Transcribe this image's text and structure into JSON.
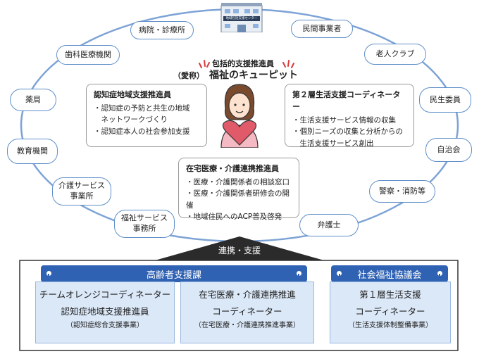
{
  "center": {
    "building_sign": "地域包括支援センター",
    "role_title": "包括的支援推進員",
    "nickname_label": "（愛称）",
    "nickname": "福祉のキューピット"
  },
  "ring_nodes": [
    {
      "id": "hospital",
      "label": "病院・診療所"
    },
    {
      "id": "dental",
      "label": "歯科医療機関"
    },
    {
      "id": "pharmacy",
      "label": "薬局"
    },
    {
      "id": "education",
      "label": "教育機関"
    },
    {
      "id": "care_office",
      "label": "介護サービス\n事業所"
    },
    {
      "id": "welfare_office",
      "label": "福祉サービス\n事務所"
    },
    {
      "id": "private",
      "label": "民間事業者"
    },
    {
      "id": "elderly_club",
      "label": "老人クラブ"
    },
    {
      "id": "welfare_commissioner",
      "label": "民生委員"
    },
    {
      "id": "neighborhood",
      "label": "自治会"
    },
    {
      "id": "police_fire",
      "label": "警察・消防等"
    },
    {
      "id": "lawyer",
      "label": "弁護士"
    }
  ],
  "cards": {
    "dementia": {
      "title": "認知症地域支援推進員",
      "items": [
        "・認知症の予防と共生の地域\n　ネットワークづくり",
        "・認知症本人の社会参加支援"
      ]
    },
    "coordinator2": {
      "title": "第２層生活支援コーディネーター",
      "items": [
        "・生活支援サービス情報の収集",
        "・個別ニーズの収集と分析からの\n　生活支援サービス創出"
      ]
    },
    "homecare": {
      "title": "在宅医療・介護連携推進員",
      "items": [
        "・医療・介護関係者の相談窓口",
        "・医療・介護関係者研修会の開催",
        "・地域住民へのACP普及啓発"
      ]
    }
  },
  "link_label": "連携・支援",
  "bottom": {
    "dept_a": "高齢者支援課",
    "dept_b": "社会福祉協議会",
    "boxes": [
      {
        "lines": [
          "チームオレンジコーディネーター",
          "認知症地域支援推進員"
        ],
        "note": "（認知症総合支援事業）"
      },
      {
        "lines": [
          "在宅医療・介護連携推進",
          "コーディネーター"
        ],
        "note": "（在宅医療・介護連携推進事業）"
      },
      {
        "lines": [
          "第１層生活支援",
          "コーディネーター"
        ],
        "note": "（生活支援体制整備事業）"
      }
    ]
  },
  "colors": {
    "accent": "#2f62b3",
    "ring": "#5f8fc9",
    "light_blue": "#dbe8f8",
    "heart": "#e05a6a"
  }
}
